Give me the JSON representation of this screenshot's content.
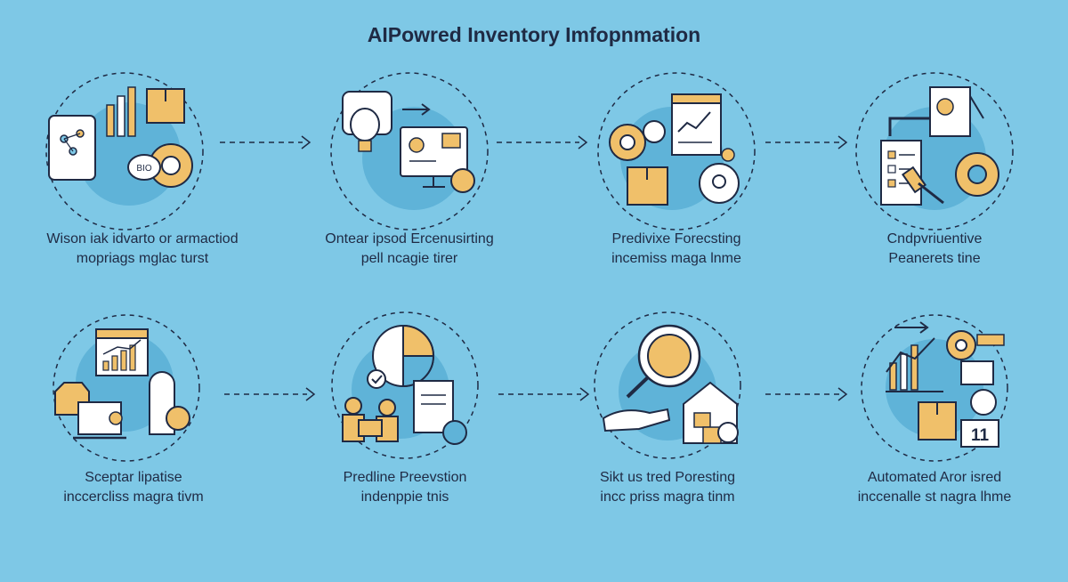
{
  "title": "AIPowred Inventory Imfopnmation",
  "colors": {
    "background": "#7ec8e6",
    "inner_circle": "#5fb3d8",
    "accent": "#f0c06a",
    "ink": "#1f2a44"
  },
  "steps": [
    {
      "line1": "Wison iak idvarto or armactiod",
      "line2": "mopriags mglac turst",
      "icon": "device-chart-box-gear-icon"
    },
    {
      "line1": "Ontear ipsod Ercenusirting",
      "line2": "pell ncagie tirer",
      "icon": "bulb-monitor-icon"
    },
    {
      "line1": "Predivixe Forecsting",
      "line2": "incemiss maga lnme",
      "icon": "gears-document-box-icon"
    },
    {
      "line1": "Cndpvriuentive",
      "line2": "Peanerets tine",
      "icon": "clipboard-hammer-gear-icon"
    },
    {
      "line1": "Sceptar lipatise",
      "line2": "inccercliss magra tivm",
      "icon": "chart-laptop-box-icon"
    },
    {
      "line1": "Predline Preevstion",
      "line2": "indenppie tnis",
      "icon": "workers-pie-document-icon"
    },
    {
      "line1": "Sikt us tred Poresting",
      "line2": "incc priss magra tinm",
      "icon": "magnifier-hand-house-icon"
    },
    {
      "line1": "Automated Aror isred",
      "line2": "inccenalle st nagra lhme",
      "icon": "chart-box-calendar-icon"
    }
  ],
  "calendar_number": "11",
  "badge_text": "BIO"
}
